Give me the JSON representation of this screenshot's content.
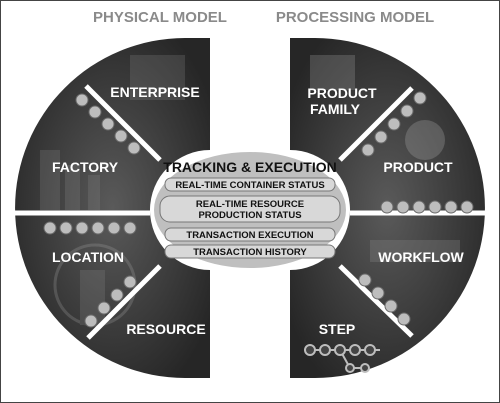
{
  "headers": {
    "physical": "PHYSICAL MODEL",
    "processing": "PROCESSING MODEL"
  },
  "physical_segments": [
    "ENTERPRISE",
    "FACTORY",
    "LOCATION",
    "RESOURCE"
  ],
  "processing_segments": [
    "PRODUCT",
    "FAMILY",
    "PRODUCT",
    "WORKFLOW",
    "STEP"
  ],
  "center": {
    "title": "TRACKING & EXECUTION",
    "items": [
      "REAL-TIME CONTAINER STATUS",
      "REAL-TIME RESOURCE",
      "PRODUCTION STATUS",
      "TRANSACTION EXECUTION",
      "TRANSACTION HISTORY"
    ]
  },
  "colors": {
    "disc_dark": "#2b2b2b",
    "disc_mid": "#4a4a4a",
    "node": "#bdbdbd",
    "center_fill": "#bfbfbf",
    "pill_fill": "#d8d8d8",
    "header_text": "#8a8a8a"
  }
}
